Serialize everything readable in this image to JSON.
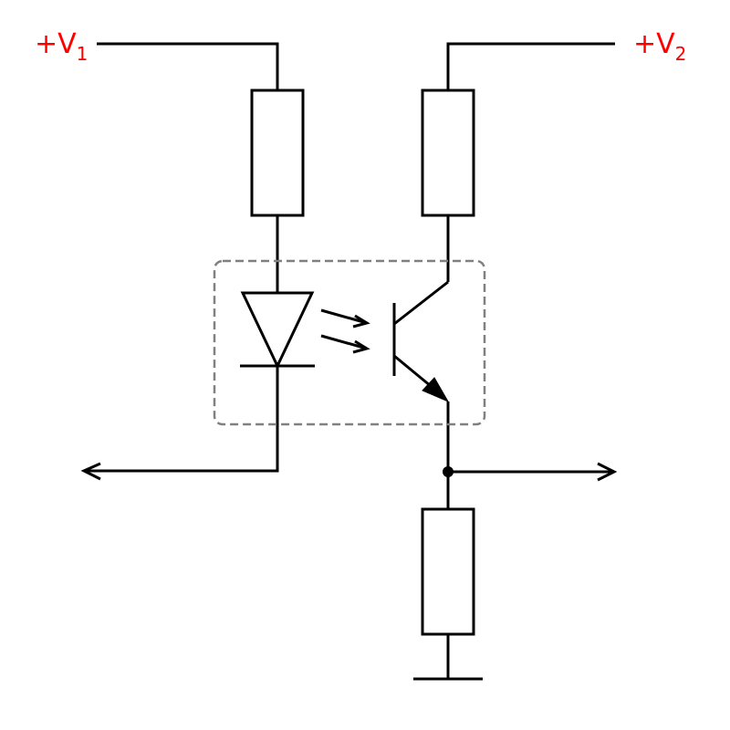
{
  "labels": {
    "supply_1": {
      "prefix": "+V",
      "subscript": "1"
    },
    "supply_2": {
      "prefix": "+V",
      "subscript": "2"
    }
  },
  "colors": {
    "supply_label": "#ff0000",
    "wire": "#000000",
    "package_outline": "#808080",
    "background": "#ffffff"
  }
}
